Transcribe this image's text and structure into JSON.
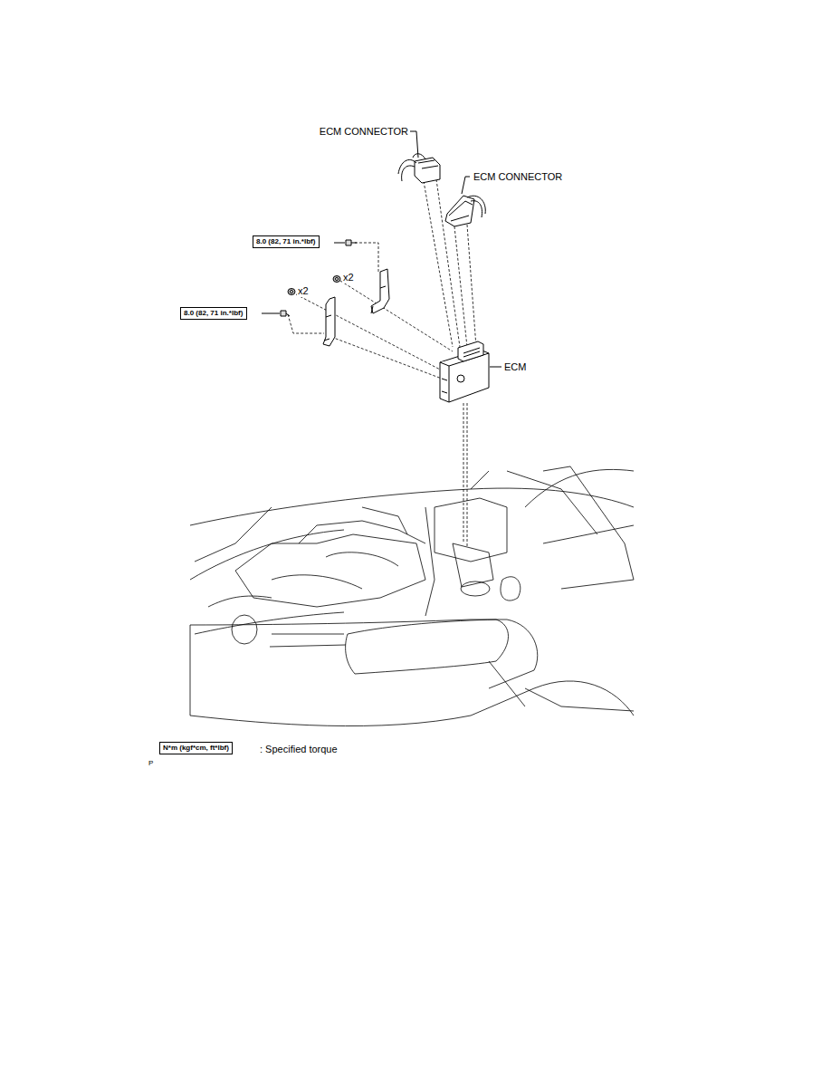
{
  "diagram": {
    "nodes": [
      {
        "text": [
          "8.0 (82, 71 in.*lbf)"
        ]
      },
      {
        "text": [
          "8.0 (82, 71 in.*lbf)"
        ]
      },
      {
        "text": [
          "N*m (kgf*cm, ft*lbf)"
        ]
      }
    ],
    "labels": [
      "ECM CONNECTOR",
      "ECM CONNECTOR",
      "x2",
      "x2",
      "ECM",
      ": Specified torque",
      "P"
    ]
  }
}
